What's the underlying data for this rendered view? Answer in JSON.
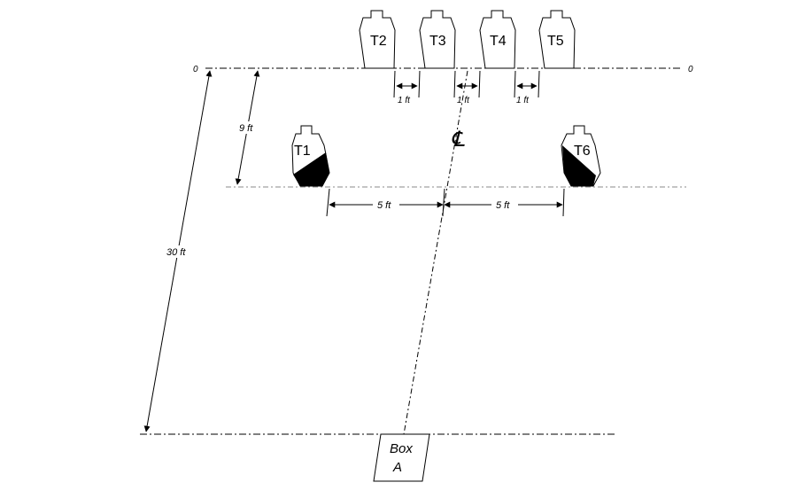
{
  "origin_labels": {
    "left": "0",
    "right": "0"
  },
  "targets": {
    "T1": "T1",
    "T2": "T2",
    "T3": "T3",
    "T4": "T4",
    "T5": "T5",
    "T6": "T6"
  },
  "dimensions": {
    "gap_t2_t3": "1 ft",
    "gap_t3_t4": "1 ft",
    "gap_t4_t5": "1 ft",
    "depth_9": "9 ft",
    "depth_30": "30 ft",
    "offset_left": "5 ft",
    "offset_right": "5 ft"
  },
  "centerline_symbol": "℄",
  "box": {
    "line1": "Box",
    "line2": "A"
  },
  "colors": {
    "line": "#000000",
    "dash_gray": "#888888",
    "target_fill": "#ffffff",
    "shade": "#000000"
  }
}
